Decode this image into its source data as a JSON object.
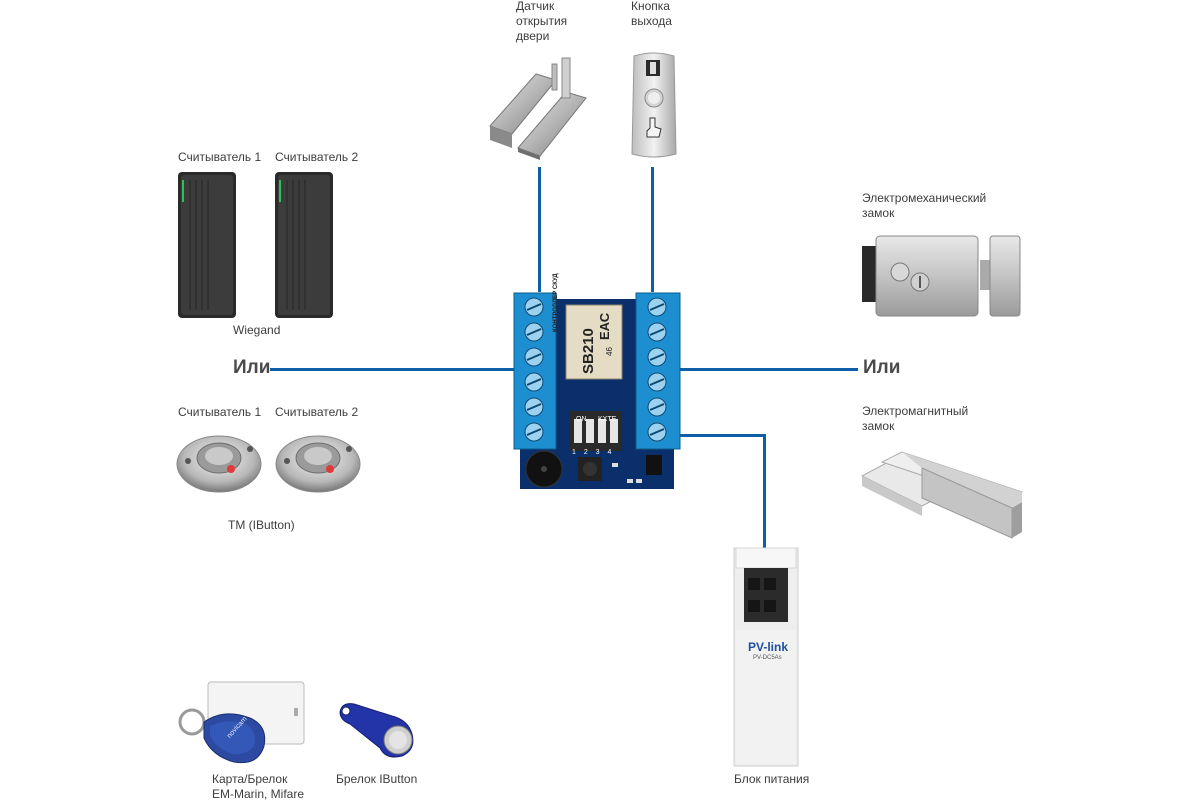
{
  "labels": {
    "door_sensor": "Датчик\nоткрытия\nдвери",
    "exit_button": "Кнопка\nвыхода",
    "reader1_top": "Считыватель 1",
    "reader2_top": "Считыватель 2",
    "wiegand": "Wiegand",
    "ili_left": "Или",
    "ili_right": "Или",
    "reader1_bottom": "Считыватель 1",
    "reader2_bottom": "Считыватель 2",
    "tm_ibutton": "TM (IButton)",
    "em_lock": "Электромеханический\nзамок",
    "mag_lock": "Электромагнитный\nзамок",
    "card_fob": "Карта/Брелок\nEM-Marin, Mifare",
    "ibutton_fob": "Брелок IButton",
    "power_supply": "Блок питания"
  },
  "board": {
    "line1": "КОНТРОЛЛЕР СКУД",
    "model": "SB210",
    "mark": "ЕАС",
    "num": "46",
    "dip_on": "ON",
    "dip_nums": "1 2 3 4",
    "brand_text": "KXTE"
  },
  "psu": {
    "brand": "PV-link",
    "model": "PV-DC5As"
  },
  "fob": {
    "brand": "novicam"
  },
  "colors": {
    "wire": "#0e5ea8",
    "terminal": "#1d8fd0",
    "pcb": "#0b2f6b"
  }
}
